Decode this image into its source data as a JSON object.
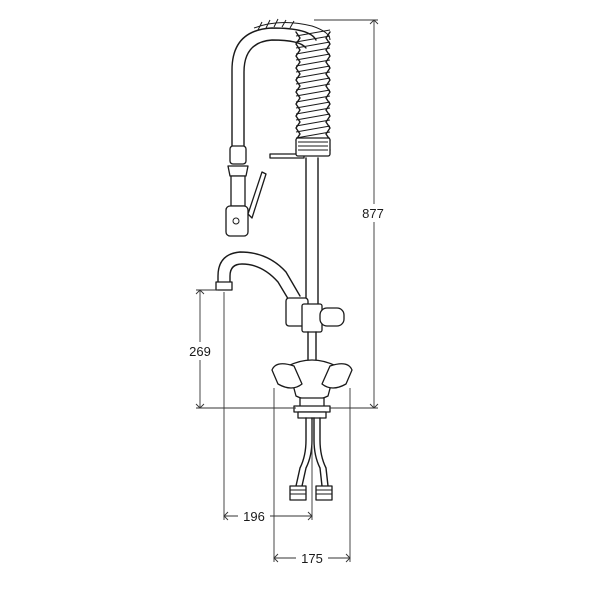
{
  "dimensions": {
    "overall_height": "877",
    "spout_height": "269",
    "spout_reach": "196",
    "handle_span": "175"
  }
}
